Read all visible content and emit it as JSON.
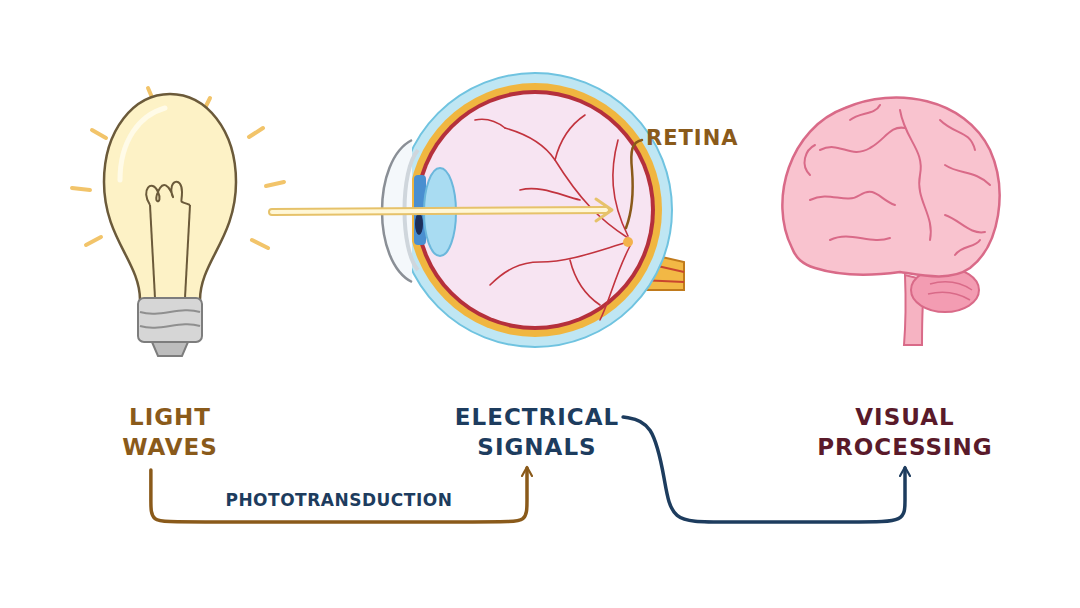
{
  "diagram": {
    "nodes": [
      {
        "text": [
          "LIGHT WAVES"
        ]
      },
      {
        "text": [
          "ELECTRICAL SIGNALS"
        ]
      },
      {
        "text": [
          "VISUAL PROCESSING"
        ]
      }
    ],
    "edges": [
      {
        "from": 0,
        "to": 1,
        "label": "PHOTOTRANSDUCTION",
        "arrow": "to"
      },
      {
        "from": 1,
        "to": 2,
        "arrow": "to"
      }
    ],
    "labels": [
      "RETINA"
    ]
  }
}
